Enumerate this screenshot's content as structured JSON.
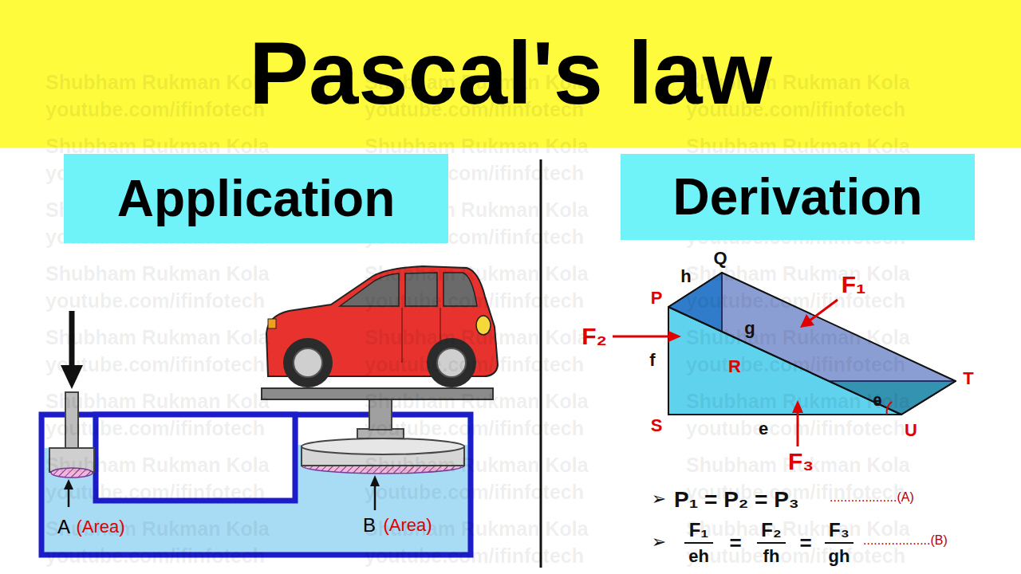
{
  "diagram": {
    "title": "Pascal's law",
    "nodes": [
      {
        "text": [
          "Application"
        ]
      },
      {
        "text": [
          "Derivation"
        ]
      }
    ],
    "labels": [
      "Shubham Rukman Kola",
      "youtube.com/ifinfotech",
      "Shubham Rukman Kola",
      "youtube.com/ifinfotech",
      "Shubham Rukman Kola",
      "youtube.com/ifinfotech",
      "Shubham Rukman Kola",
      "youtube.com/ifinfotech",
      "Shubham Rukman Kola",
      "youtube.com/ifinfotech",
      "Shubham Rukman Kola",
      "youtube.com/ifinfotech",
      "Shubham Rukman Kola",
      "youtube.com/ifinfotech",
      "Shubham Rukman Kola",
      "youtube.com/ifinfotech",
      "Shubham Rukman Kola",
      "youtube.com/ifinfotech",
      "Shubham Rukman Kola",
      "youtube.com/ifinfotech",
      "Shubham Rukman Kola",
      "youtube.com/ifinfotech",
      "Shubham Rukman Kola",
      "youtube.com/ifinfotech",
      "Shubham Rukman Kola",
      "youtube.com/ifinfotech",
      "Shubham Rukman Kola",
      "youtube.com/ifinfotech",
      "Shubham Rukman Kola",
      "youtube.com/ifinfotech",
      "Shubham Rukman Kola",
      "youtube.com/ifinfotech",
      "Shubham Rukman Kola",
      "youtube.com/ifinfotech",
      "Shubham Rukman Kola",
      "youtube.com/ifinfotech",
      "Shubham Rukman Kola",
      "youtube.com/ifinfotech",
      "Shubham Rukman Kola",
      "youtube.com/ifinfotech",
      "Shubham Rukman Kola",
      "youtube.com/ifinfotech",
      "Shubham Rukman Kola",
      "youtube.com/ifinfotech",
      "Shubham Rukman Kola",
      "youtube.com/ifinfotech",
      "Shubham Rukman Kola",
      "youtube.com/ifinfotech",
      "A",
      "(Area)",
      "B",
      "(Area)",
      "Q",
      "h",
      "P",
      "F₁",
      "F₂",
      "g",
      "f",
      "R",
      "T",
      "θ",
      "S",
      "e",
      "U",
      "F₃",
      "➢",
      "P₁ = P₂ = P₃",
      "...................(A)",
      "➢",
      "F₁",
      "eh",
      "=",
      "F₂",
      "fh",
      "=",
      "F₃",
      "gh",
      "...................(B)"
    ]
  }
}
